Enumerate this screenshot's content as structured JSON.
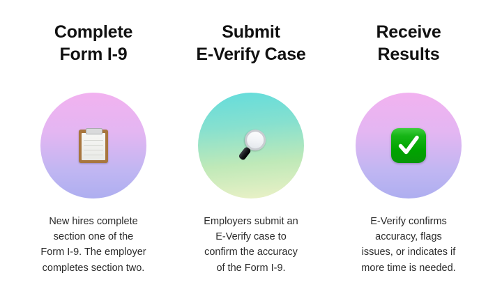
{
  "page": {
    "background_color": "#ffffff",
    "heading_color": "#111111",
    "body_color": "#2b2b2b"
  },
  "steps": [
    {
      "heading": "Complete\nForm I-9",
      "icon": "clipboard-icon",
      "circle_gradient_from": "#f2b2f0",
      "circle_gradient_to": "#aeaef0",
      "body": "New hires complete\nsection one of the\nForm I-9. The employer\ncompletes section two."
    },
    {
      "heading": "Submit\nE-Verify Case",
      "icon": "magnifying-glass-icon",
      "circle_gradient_from": "#63dcdc",
      "circle_gradient_to": "#ecf1c7",
      "body": "Employers submit an\nE-Verify case to\nconfirm the accuracy\nof the Form I-9."
    },
    {
      "heading": "Receive\nResults",
      "icon": "check-mark-button-icon",
      "circle_gradient_from": "#f2b2f0",
      "circle_gradient_to": "#aeaef0",
      "body": "E-Verify confirms\naccuracy, flags\nissues, or indicates if\nmore time is needed."
    }
  ]
}
